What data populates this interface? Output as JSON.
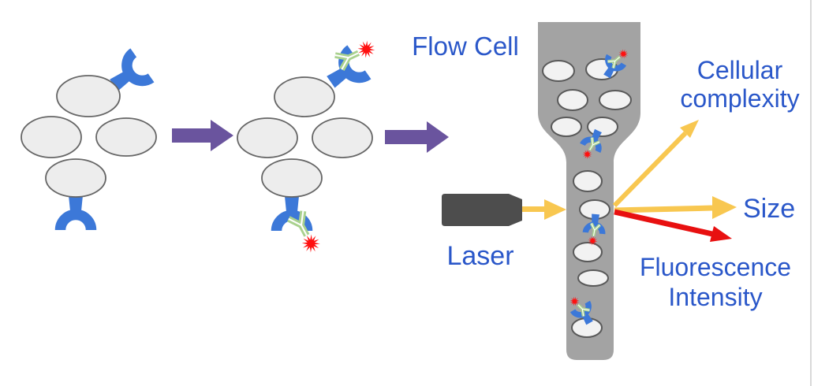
{
  "labels": {
    "flow_cell": "Flow Cell",
    "laser": "Laser",
    "cellular_complexity": "Cellular complexity",
    "size": "Size",
    "fluorescence_intensity": "Fluorescence Intensity"
  },
  "colors": {
    "label_text": "#2A57C9",
    "cell_fill": "#EDEDED",
    "cell_stroke": "#666666",
    "flow_cell_cell_fill": "#F2F2F2",
    "receptor_blue": "#3C78D8",
    "antibody_green": "#A9D18E",
    "fluorophore_red": "#FF1010",
    "flow_cell_gray": "#A3A3A3",
    "laser_body_gray": "#4D4D4D",
    "process_arrow_purple": "#6A549E",
    "scatter_arrow_yellow": "#F8C750",
    "fluorescence_arrow_red": "#E81010",
    "slide_edge": "#D9D9D9"
  },
  "diagram": {
    "steps": [
      {
        "name": "cells-with-receptors",
        "cell_count": 4,
        "receptor_count": 2
      },
      {
        "name": "cells-with-fluorescent-antibodies",
        "cell_count": 4,
        "labeled_receptor_count": 2
      },
      {
        "name": "flow-cell-analysis",
        "cell_count": 11,
        "labeled_cell_count": 4
      }
    ],
    "outputs": [
      {
        "label": "Cellular complexity",
        "arrow_color": "yellow",
        "direction": "up-right"
      },
      {
        "label": "Size",
        "arrow_color": "yellow",
        "direction": "right"
      },
      {
        "label": "Fluorescence Intensity",
        "arrow_color": "red",
        "direction": "down-right"
      }
    ]
  }
}
